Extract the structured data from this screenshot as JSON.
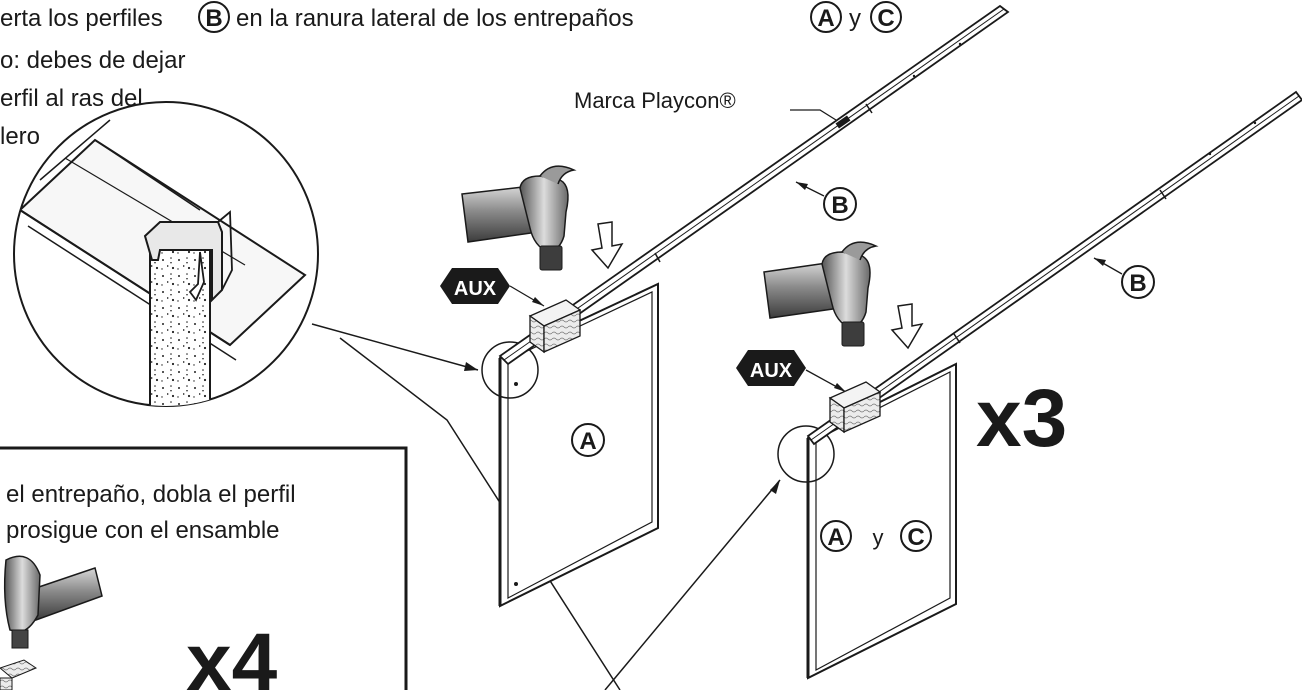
{
  "header": {
    "part1": "erta los perfiles",
    "part2": "en la ranura lateral de los entrepaños",
    "part3": "y",
    "refB": "B",
    "refA": "A",
    "refC": "C"
  },
  "note": {
    "line1": "o: debes de dejar",
    "line2": "erfil al ras del",
    "line3": "lero"
  },
  "box": {
    "line1": "el entrepaño, dobla el perfil",
    "line2": "prosigue con el ensamble",
    "multiplier": "x4"
  },
  "brand_label": "Marca Playcon®",
  "profile_label": "B",
  "aux_label": "AUX",
  "panel_left_label": "A",
  "panel_right": {
    "a": "A",
    "joiner": "y",
    "c": "C"
  },
  "multiplier_right": "x3",
  "icons": [
    "hammer-icon",
    "arrow-down-icon",
    "wood-block-icon"
  ]
}
